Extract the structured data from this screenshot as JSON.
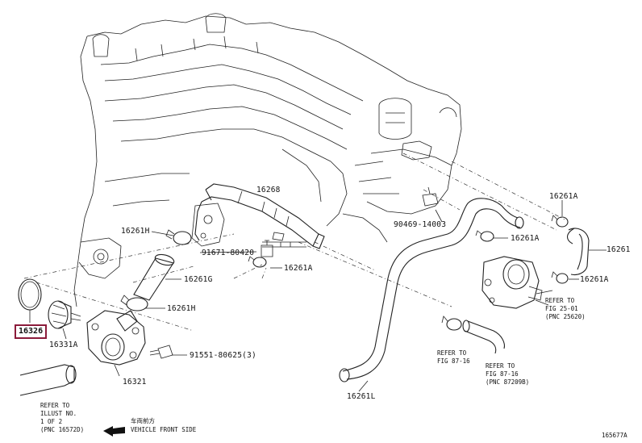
{
  "labels": {
    "p16268": "16268",
    "p16261h_top": "16261H",
    "p91671": "91671-80420",
    "p16261a_mid": "16261A",
    "p16261g": "16261G",
    "p16261h_bot": "16261H",
    "p16326": "16326",
    "p16331a": "16331A",
    "p16321": "16321",
    "p91551": "91551-80625(3)",
    "p90469": "90469-14003",
    "p16261a_top": "16261A",
    "p16261a_r": "16261A",
    "p16261": "16261",
    "p16261a_br": "16261A",
    "p16261l": "16261L"
  },
  "refs": {
    "fig2501_a": "REFER TO",
    "fig2501_b": "FIG 25-01",
    "fig2501_c": "(PNC 25620)",
    "fig8716a_a": "REFER TO",
    "fig8716a_b": "FIG 87-16",
    "fig8716b_a": "REFER TO",
    "fig8716b_b": "FIG 87-16",
    "fig8716b_c": "(PNC 87209B)",
    "illust_a": "REFER TO",
    "illust_b": "ILLUST NO.",
    "illust_c": "1 OF 2",
    "illust_d": "(PNC 16572D)"
  },
  "footer": {
    "front_cn": "车両前方",
    "front_en": "VEHICLE FRONT SIDE",
    "diagram_id": "165677A"
  },
  "colors": {
    "highlight": "#8b1a3a",
    "line": "#222222"
  }
}
